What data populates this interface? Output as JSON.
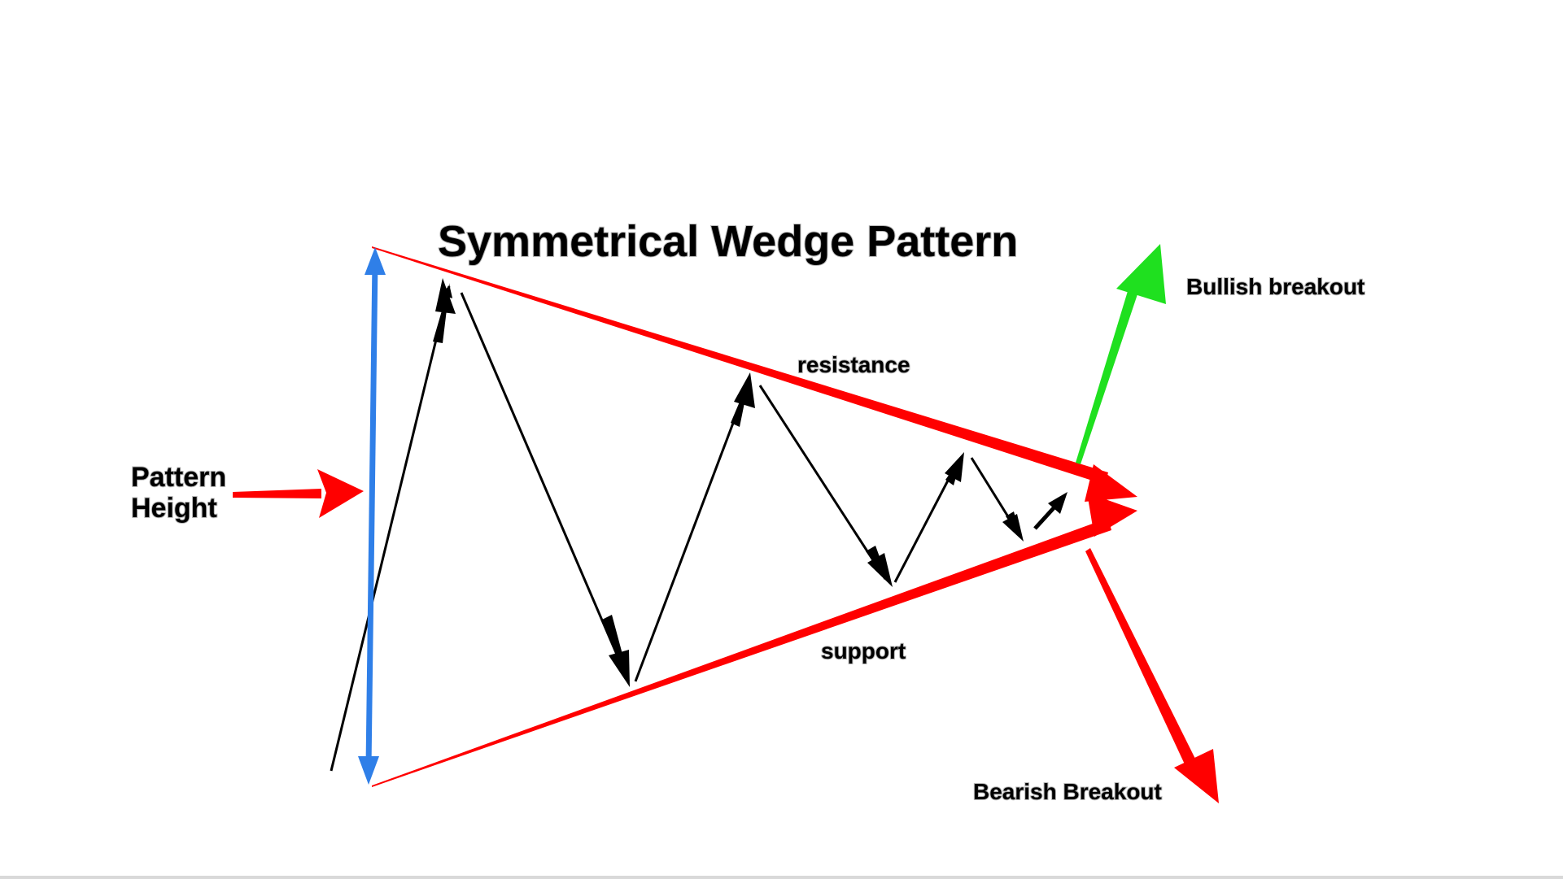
{
  "diagram": {
    "title": "Symmetrical Wedge Pattern",
    "labels": {
      "resistance": "resistance",
      "support": "support",
      "bullish": "Bullish breakout",
      "bearish": "Bearish Breakout",
      "pattern_height_line1": "Pattern",
      "pattern_height_line2": "Height"
    },
    "colors": {
      "trendline": "#ff0000",
      "price_path": "#000000",
      "bullish": "#1fe01f",
      "bearish": "#ff0000",
      "height_marker": "#2f7fe8",
      "pointer": "#ff0000"
    }
  }
}
